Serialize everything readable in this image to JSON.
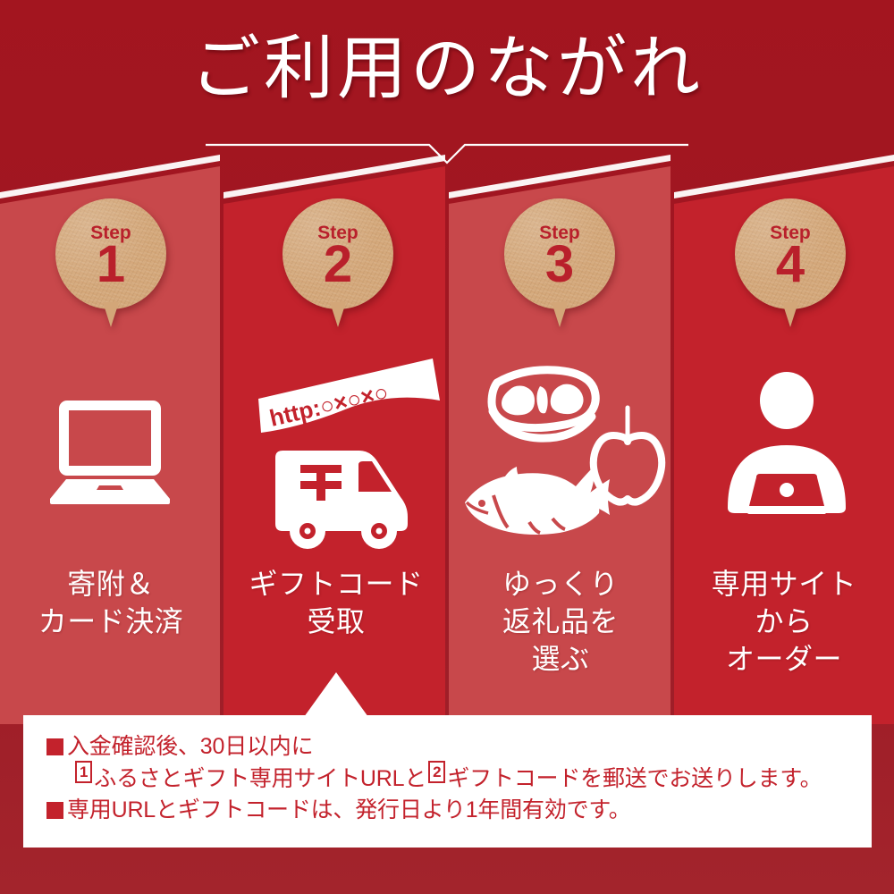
{
  "header": {
    "title": "ご利用のながれ"
  },
  "theme": {
    "bg_dark_red": "#9e1b24",
    "banner_light_red": "#c8484b",
    "banner_dark_red": "#c3222c",
    "kraft": "#d3a678",
    "accent_text": "#c3222c",
    "white": "#ffffff"
  },
  "steps": [
    {
      "step_label": "Step",
      "number": "1",
      "caption": "寄附＆\nカード決済",
      "icons": [
        "laptop-icon"
      ],
      "banner_tone": "light"
    },
    {
      "step_label": "Step",
      "number": "2",
      "caption": "ギフトコード\n受取",
      "icons": [
        "url-banner-icon",
        "postal-truck-icon"
      ],
      "url_text": "http:○×○×○",
      "banner_tone": "dark"
    },
    {
      "step_label": "Step",
      "number": "3",
      "caption": "ゆっくり\n返礼品を\n選ぶ",
      "icons": [
        "meat-icon",
        "fish-icon",
        "apple-icon"
      ],
      "banner_tone": "light"
    },
    {
      "step_label": "Step",
      "number": "4",
      "caption": "専用サイト\nから\nオーダー",
      "icons": [
        "person-laptop-icon"
      ],
      "banner_tone": "dark"
    }
  ],
  "note": {
    "line1": "入金確認後、30日以内に",
    "line2_a": "ふるさとギフト専用サイトURLと",
    "line2_b": "ギフトコードを郵送でお送りします。",
    "line2_num1": "1",
    "line2_num2": "2",
    "line3": "専用URLとギフトコードは、発行日より1年間有効です。"
  }
}
